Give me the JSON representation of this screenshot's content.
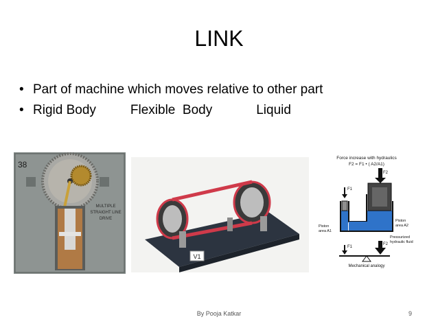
{
  "slide": {
    "title": "LINK",
    "bullets": [
      {
        "text": "Part of machine which moves relative to other part"
      },
      {
        "items": [
          "Rigid Body",
          "Flexible  Body",
          "Liquid"
        ]
      }
    ]
  },
  "images": {
    "rigid": {
      "plate_number": "38",
      "plate_label": [
        "MULTIPLE",
        "STRAIGHT LINE",
        "DRIVE"
      ]
    },
    "flexible": {
      "tag": "V1"
    },
    "hydraulic": {
      "title": [
        "Force increase with hydraulics",
        "F2 = F1 • ( A2/A1)"
      ],
      "labels": {
        "f1": "F1",
        "f2": "F2",
        "piston_a1": [
          "Piston",
          "area A1"
        ],
        "piston_a2": [
          "Piston",
          "area A2"
        ],
        "fluid": [
          "Pressurized",
          "hydraulic fluid"
        ],
        "f1_low": "F1",
        "f2_low": "F2",
        "analogy": "Mechanical analogy"
      }
    }
  },
  "footer": {
    "author": "By Pooja Katkar",
    "page": "9"
  }
}
